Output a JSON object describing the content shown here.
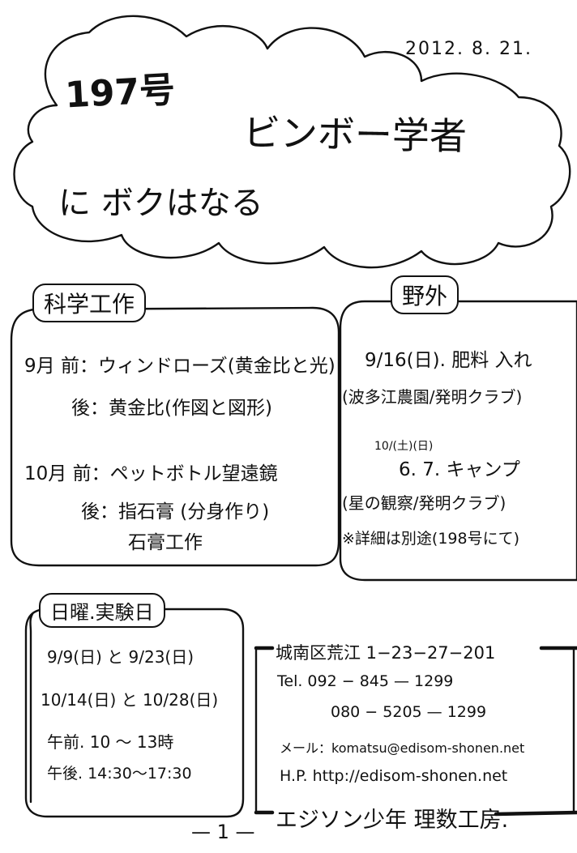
{
  "date": "2012. 8. 21.",
  "issue": "197号",
  "title": "ビンボー学者",
  "subtitle": "に ボクはなる",
  "science": {
    "label": "科学工作",
    "sep1_mae": "9月 前：ウィンドローズ(黄金比と光)",
    "sep1_ato": "後：黄金比(作図と図形)",
    "oct_mae": "10月 前：ペットボトル望遠鏡",
    "oct_ato": "後：指石膏 (分身作り)",
    "oct_ato2": "石膏工作"
  },
  "outdoor": {
    "label": "野外",
    "line1": "9/16(日). 肥料 入れ",
    "line2": "(波多江農園/発明クラブ)",
    "line3_small": "10/(土)(日)",
    "line3": "6. 7. キャンプ",
    "line4": "(星の観察/発明クラブ)",
    "line5": "※詳細は別途(198号にて)"
  },
  "sunday": {
    "label": "日曜.実験日",
    "line1": "9/9(日) と 9/23(日)",
    "line2": "10/14(日) と 10/28(日)",
    "line3": "午前. 10 〜 13時",
    "line4": "午後. 14:30〜17:30"
  },
  "contact": {
    "address": "城南区荒江 1−23−27−201",
    "tel1": "Tel. 092 − 845 — 1299",
    "tel2": "080 − 5205 — 1299",
    "mail": "メール：komatsu@edisom-shonen.net",
    "hp": "H.P. http://edisom-shonen.net",
    "footer": "エジソン少年 理数工房."
  },
  "page_number": "— 1 —"
}
